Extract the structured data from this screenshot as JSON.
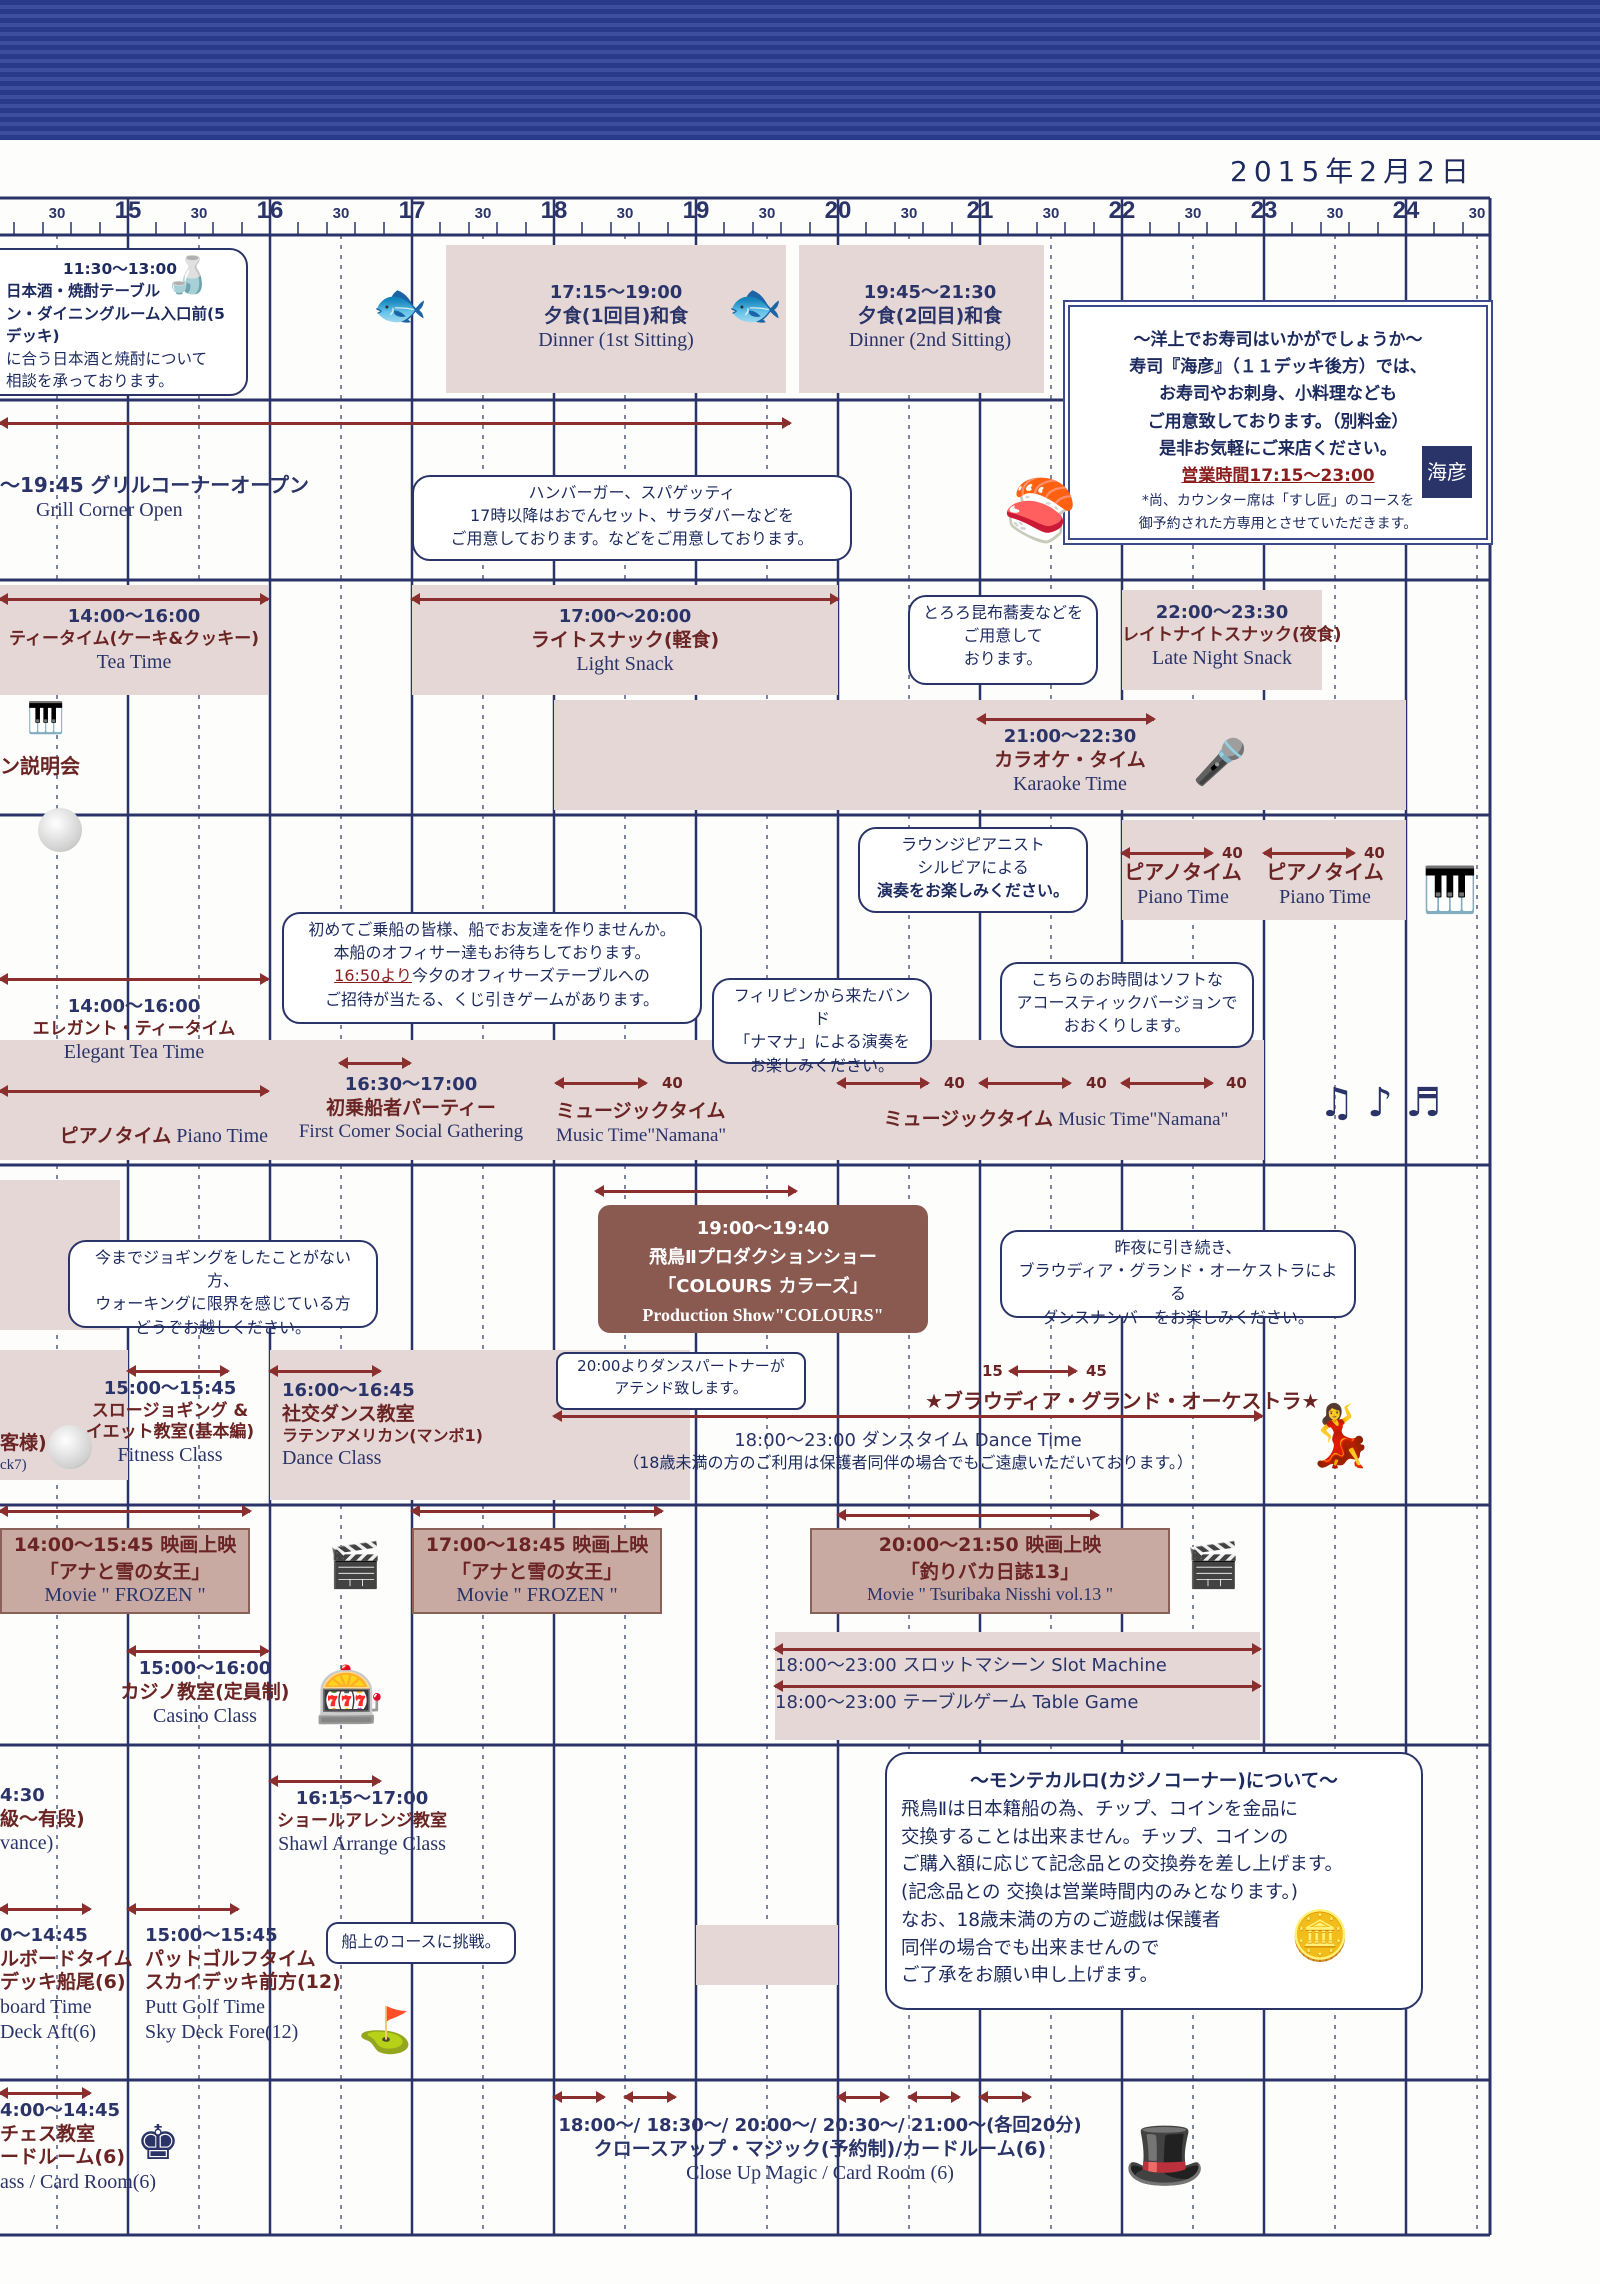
{
  "date": "2015年2月2日",
  "time_axis": {
    "hours": [
      "15",
      "16",
      "17",
      "18",
      "19",
      "20",
      "21",
      "22",
      "23",
      "24"
    ],
    "half_mark": "30"
  },
  "dining": {
    "sake": {
      "time": "11:30〜13:00",
      "line1": "日本酒・焼酎テーブル",
      "line2": "ン・ダイニングルーム入口前(5デッキ)",
      "line3": "に合う日本酒と焼酎について",
      "line4": "相談を承っております。"
    },
    "dinner1": {
      "time": "17:15〜19:00",
      "jp": "夕食(1回目)和食",
      "en": "Dinner (1st Sitting)"
    },
    "dinner2": {
      "time": "19:45〜21:30",
      "jp": "夕食(2回目)和食",
      "en": "Dinner (2nd Sitting)"
    },
    "sushi": {
      "l1": "〜洋上でお寿司はいかがでしょうか〜",
      "l2": "寿司『海彦』（１１デッキ後方）では、",
      "l3": "お寿司やお刺身、小料理なども",
      "l4": "ご用意致しております。（別料金）",
      "l5": "是非お気軽にご来店ください。",
      "l6": "営業時間17:15〜23:00",
      "l7": "*尚、カウンター席は「すし匠」のコースを",
      "l8": "御予約された方専用とさせていただきます。",
      "logo": "海彦"
    },
    "grill": {
      "jp": "〜19:45 グリルコーナーオープン",
      "en": "Grill Corner Open"
    },
    "grill_bubble": {
      "l1": "ハンバーガー、スパゲッティ",
      "l2": "17時以降はおでんセット、サラダバーなどを",
      "l3": "ご用意しております。などをご用意しております。"
    },
    "tea": {
      "time": "14:00〜16:00",
      "jp": "ティータイム(ケーキ&クッキー)",
      "en": "Tea Time"
    },
    "snack": {
      "time": "17:00〜20:00",
      "jp": "ライトスナック(軽食)",
      "en": "Light Snack"
    },
    "soba_bubble": {
      "l1": "とろろ昆布蕎麦などを",
      "l2": "ご用意して",
      "l3": "おります。"
    },
    "late": {
      "time": "22:00〜23:30",
      "jp": "レイトナイトスナック(夜食)",
      "en": "Late Night Snack"
    }
  },
  "entertainment": {
    "setsumei": "ン説明会",
    "karaoke": {
      "time": "21:00〜22:30",
      "jp": "カラオケ・タイム",
      "en": "Karaoke Time"
    },
    "pianist_bubble": {
      "l1": "ラウンジピアニスト",
      "l2": "シルビアによる",
      "l3": "演奏をお楽しみください。"
    },
    "piano1": {
      "jp": "ピアノタイム",
      "en": "Piano Time",
      "n": "40"
    },
    "piano2": {
      "jp": "ピアノタイム",
      "en": "Piano Time",
      "n": "40"
    },
    "officer_bubble": {
      "l1": "初めてご乗船の皆様、船でお友達を作りませんか。",
      "l2": "本船のオフィサー達もお待ちしております。",
      "l3a": "16:50より",
      "l3b": "今夕のオフィサーズテーブルへの",
      "l4": "ご招待が当たる、くじ引きゲームがあります。"
    },
    "band_bubble": {
      "l1": "フィリピンから来たバンド",
      "l2": "「ナマナ」による演奏を",
      "l3": "お楽しみください。"
    },
    "acoustic_bubble": {
      "l1": "こちらのお時間はソフトな",
      "l2": "アコースティックバージョンで",
      "l3": "おおくりします。"
    },
    "elegant": {
      "time": "14:00〜16:00",
      "jp": "エレガント・ティータイム",
      "en": "Elegant Tea Time"
    },
    "piano_left": {
      "jp": "ピアノタイム",
      "en": "Piano Time"
    },
    "first_comer": {
      "time": "16:30〜17:00",
      "jp": "初乗船者パーティー",
      "en": "First Comer Social Gathering"
    },
    "music1": {
      "jp": "ミュージックタイム",
      "en": "Music Time\"Namana\"",
      "n": "40"
    },
    "music2": {
      "jp": "ミュージックタイム",
      "en": "Music Time\"Namana\"",
      "n": "40"
    }
  },
  "activities": {
    "show": {
      "time": "19:00〜19:40",
      "jp": "飛鳥Ⅱプロダクションショー",
      "jp2": "「COLOURS カラーズ」",
      "en": "Production Show\"COLOURS\""
    },
    "jog_bubble": {
      "l1": "今までジョギングをしたことがない方、",
      "l2": "ウォーキングに限界を感じている方",
      "l3": "どうぞお越しください。"
    },
    "orch_bubble": {
      "l1": "昨夜に引き続き、",
      "l2": "ブラウディア・グランド・オーケストラによる",
      "l3": "ダンスナンバーをお楽しみください。"
    },
    "partner_bubble": {
      "l1": "20:00よりダンスパートナーが",
      "l2": "アテンド致します。"
    },
    "orchestra": {
      "jp": "★ブラウディア・グランド・オーケストラ★",
      "n15": "15",
      "n45": "45"
    },
    "slowjog": {
      "time": "15:00〜15:45",
      "jp": "スロージョギング &",
      "jp2": "イエット教室(基本編)",
      "en": "Fitness Class"
    },
    "social": {
      "time": "16:00〜16:45",
      "jp": "社交ダンス教室",
      "jp2": "ラテンアメリカン(マンボ1)",
      "en": "Dance Class"
    },
    "guest": {
      "l1": "客様)",
      "l2": "ck7)"
    },
    "dance": {
      "line": "18:00〜23:00  ダンスタイム Dance Time",
      "note": "（18歳未満の方のご利用は保護者同伴の場合でもご遠慮いただいております。）"
    },
    "movie1": {
      "time": "14:00〜15:45  映画上映",
      "jp": "「アナと雪の女王」",
      "en": "Movie \" FROZEN \""
    },
    "movie2": {
      "time": "17:00〜18:45  映画上映",
      "jp": "「アナと雪の女王」",
      "en": "Movie \" FROZEN \""
    },
    "movie3": {
      "time": "20:00〜21:50  映画上映",
      "jp": "「釣りバカ日誌13」",
      "en": "Movie \" Tsuribaka Nisshi vol.13 \""
    },
    "casino_class": {
      "time": "15:00〜16:00",
      "jp": "カジノ教室(定員制)",
      "en": "Casino Class"
    },
    "slot": "18:00〜23:00  スロットマシーン Slot Machine",
    "table": "18:00〜23:00  テーブルゲーム Table Game",
    "casino_note": {
      "title": "〜モンテカルロ(カジノコーナー)について〜",
      "l1": "飛鳥Ⅱは日本籍船の為、チップ、コインを金品に",
      "l2": "交換することは出来ません。チップ、コインの",
      "l3": "ご購入額に応じて記念品との交換券を差し上げます。",
      "l4": "(記念品との 交換は営業時間内のみとなります。)",
      "l5": "なお、18歳未満の方のご遊戯は保護者",
      "l6": "同伴の場合でも出来ませんので",
      "l7": "ご了承をお願い申し上げます。"
    },
    "advance": {
      "t": "4:30",
      "jp": "級〜有段)",
      "en": "vance)"
    },
    "shawl": {
      "time": "16:15〜17:00",
      "jp": "ショールアレンジ教室",
      "en": "Shawl Arrange Class"
    },
    "shuffle": {
      "time": "0〜14:45",
      "jp": "ルボードタイム",
      "jp2": "デッキ船尾(6)",
      "en": "board Time",
      "en2": "Deck Aft(6)"
    },
    "putt": {
      "time": "15:00〜15:45",
      "jp": "パットゴルフタイム",
      "jp2": "スカイデッキ前方(12)",
      "en": "Putt Golf Time",
      "en2": "Sky Deck Fore(12)"
    },
    "course_bubble": "船上のコースに挑戦。",
    "chess": {
      "time": "4:00〜14:45",
      "jp": "チェス教室",
      "jp2": "ードルーム(6)",
      "en": "ass / Card Room(6)"
    },
    "magic": {
      "times": "18:00〜/ 18:30〜/ 20:00〜/ 20:30〜/ 21:00〜(各回20分)",
      "jp": "クロースアップ・マジック(予約制)/カードルーム(6)",
      "en": "Close Up Magic / Card Room (6)"
    }
  }
}
